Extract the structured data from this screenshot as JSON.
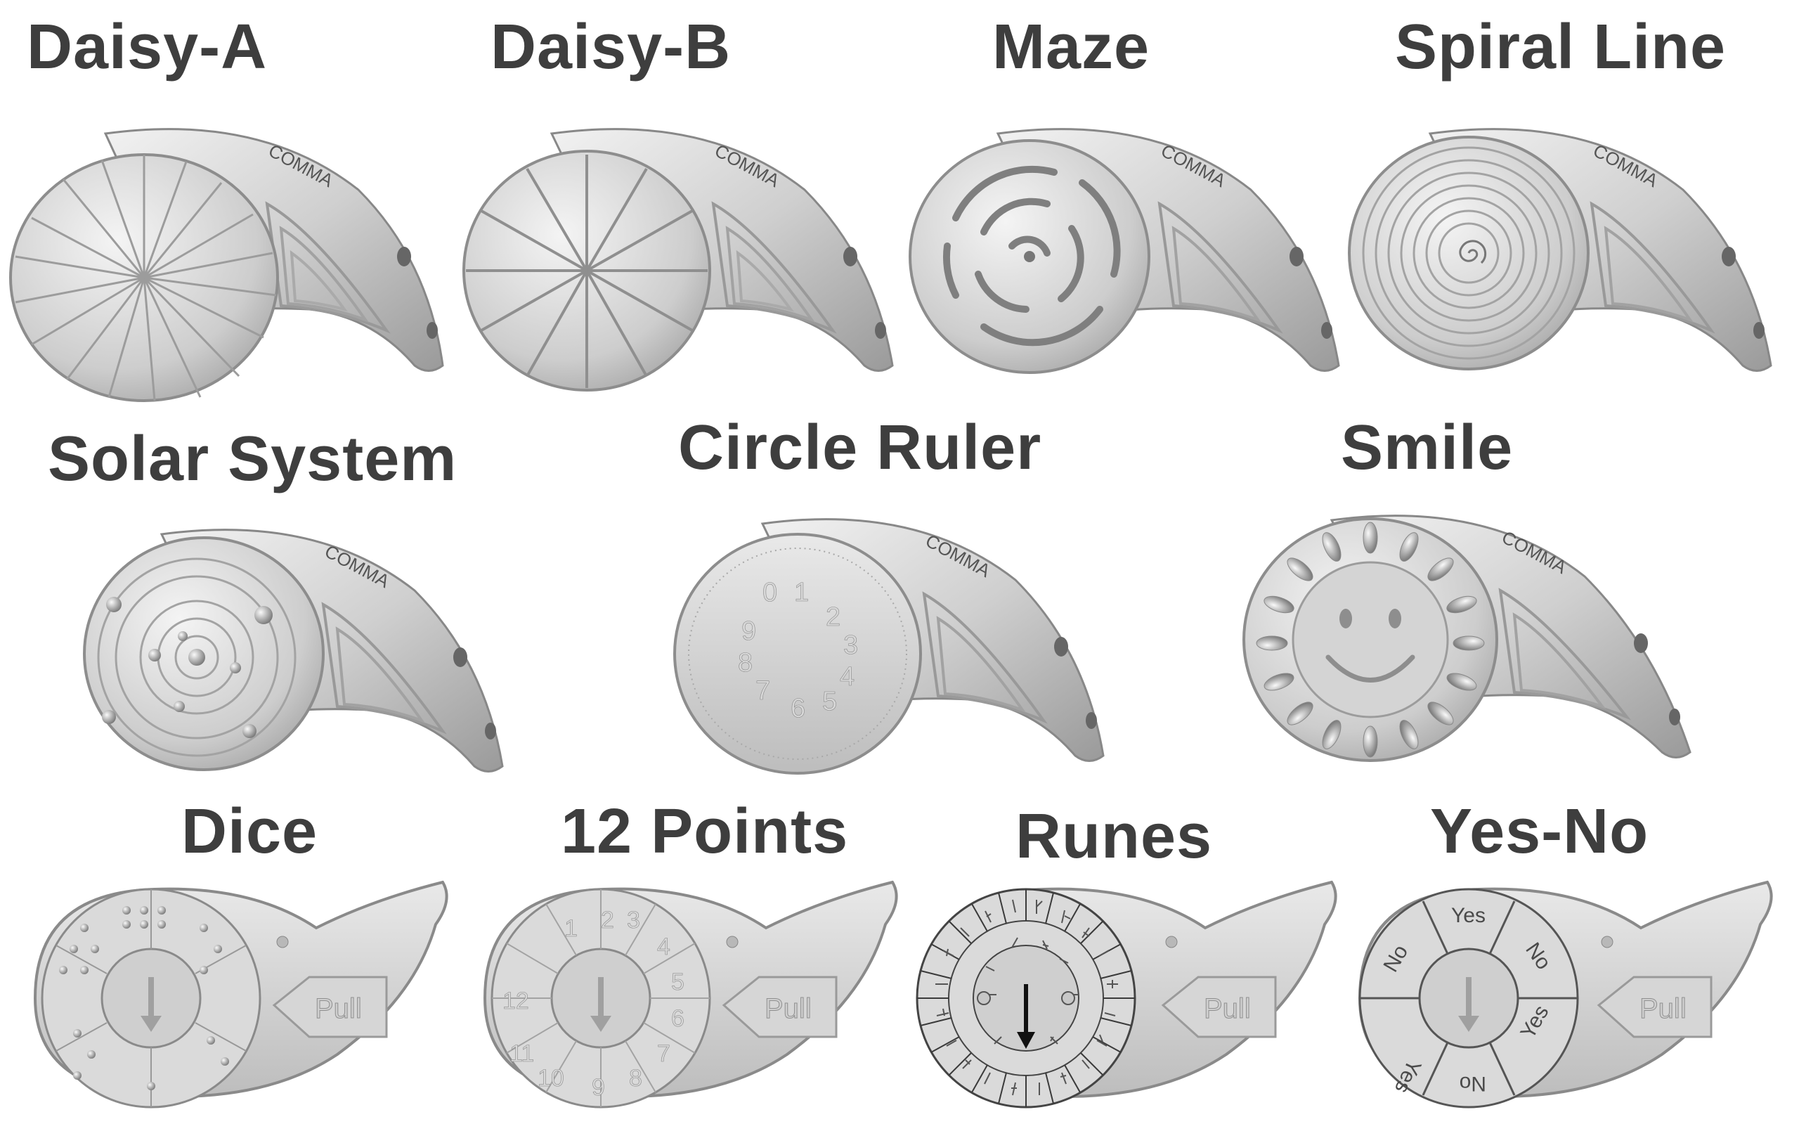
{
  "brand_text": "COMMA",
  "row1": [
    {
      "id": "daisy-a",
      "label": "Daisy-A"
    },
    {
      "id": "daisy-b",
      "label": "Daisy-B"
    },
    {
      "id": "maze",
      "label": "Maze"
    },
    {
      "id": "spiral-line",
      "label": "Spiral Line"
    }
  ],
  "row2": [
    {
      "id": "solar-system",
      "label": "Solar System"
    },
    {
      "id": "circle-ruler",
      "label": "Circle Ruler",
      "digits": [
        "0",
        "1",
        "2",
        "3",
        "4",
        "5",
        "6",
        "7",
        "8",
        "9"
      ]
    },
    {
      "id": "smile",
      "label": "Smile"
    }
  ],
  "row3": [
    {
      "id": "dice",
      "label": "Dice",
      "pull_label": "Pull"
    },
    {
      "id": "twelve-points",
      "label": "12 Points",
      "pull_label": "Pull",
      "numbers": [
        "1",
        "2",
        "3",
        "4",
        "5",
        "6",
        "7",
        "8",
        "9",
        "10",
        "11",
        "12"
      ]
    },
    {
      "id": "runes",
      "label": "Runes",
      "pull_label": "Pull"
    },
    {
      "id": "yes-no",
      "label": "Yes-No",
      "pull_label": "Pull",
      "segments": [
        "Yes",
        "No",
        "Yes",
        "No",
        "Yes",
        "No"
      ]
    }
  ],
  "colors": {
    "label_text": "#3e3e3e",
    "metal_light": "#e6e6e6",
    "metal_mid": "#c4c4c4",
    "metal_dark": "#8c8c8c"
  }
}
